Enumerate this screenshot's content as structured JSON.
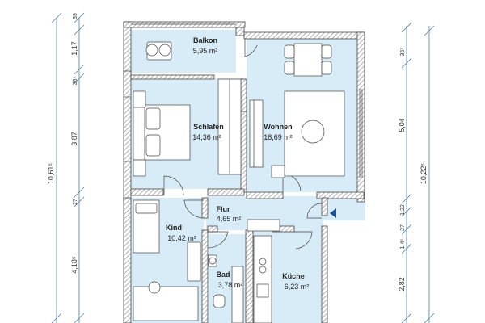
{
  "rooms": {
    "balkon": {
      "name": "Balkon",
      "area": "5,95 m²"
    },
    "schlafen": {
      "name": "Schlafen",
      "area": "14,36 m²"
    },
    "wohnen": {
      "name": "Wohnen",
      "area": "18,69 m²"
    },
    "flur": {
      "name": "Flur",
      "area": "4,65 m²"
    },
    "kind": {
      "name": "Kind",
      "area": "10,42 m²"
    },
    "bad": {
      "name": "Bad",
      "area": "3,78 m²"
    },
    "kueche": {
      "name": "Küche",
      "area": "6,23 m²"
    }
  },
  "dimensions": {
    "left_outer_total": "10,61⁵",
    "left_inner": [
      "39",
      "1,17",
      "36⁵",
      "3,87",
      "27",
      "4,18⁵"
    ],
    "right_outer_total": "10,22⁵",
    "right_inner": [
      "36⁵",
      "5,04",
      "1,22",
      "27",
      "1,4⁵",
      "2,82"
    ]
  },
  "colors": {
    "room_fill": "#d7ecf7",
    "wall": "#444444",
    "wall_hatch": "#8a8a8a",
    "dim_line": "#4a7fa8",
    "entrance_marker": "#1c4f95"
  },
  "symbols": {
    "entrance": "entrance-arrow-icon"
  }
}
